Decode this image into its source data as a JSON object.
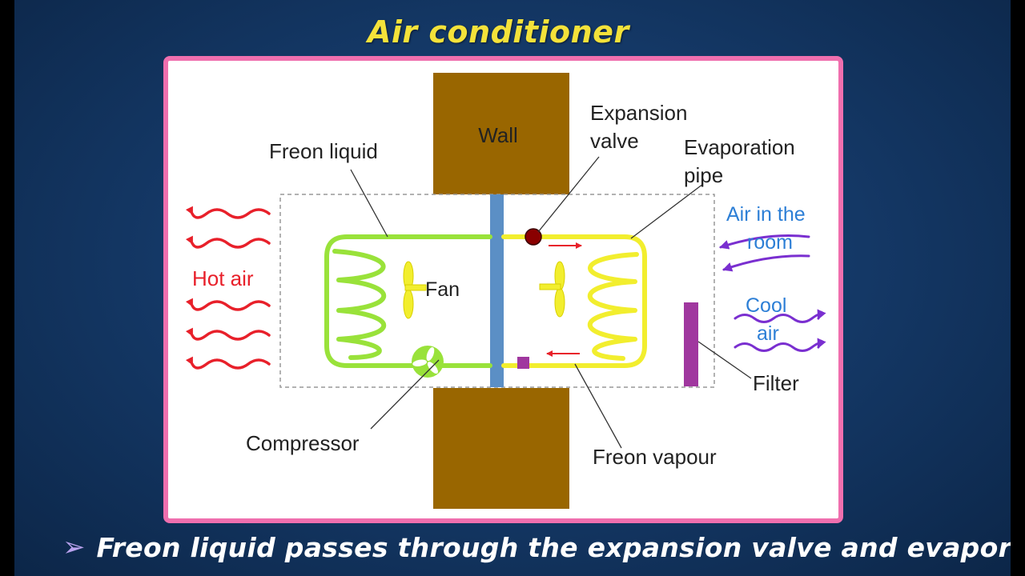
{
  "slide": {
    "title": "Air conditioner",
    "bullet": "Freon liquid passes through the expansion valve and evaporates",
    "bullet_icon": "arrowhead-bullet-icon"
  },
  "diagram": {
    "labels": {
      "wall": "Wall",
      "freon_liquid": "Freon liquid",
      "expansion_valve_1": "Expansion",
      "expansion_valve_2": "valve",
      "evaporation_pipe_1": "Evaporation",
      "evaporation_pipe_2": "pipe",
      "hot_air": "Hot air",
      "fan": "Fan",
      "air_in_room_1": "Air in the",
      "air_in_room_2": "room",
      "cool_air_1": "Cool",
      "cool_air_2": "air",
      "filter": "Filter",
      "compressor": "Compressor",
      "freon_vapour": "Freon vapour"
    },
    "colors": {
      "title": "#f4e23a",
      "frame_border": "#ef6fae",
      "wall": "#996600",
      "wall_pipe": "#5b8fc5",
      "liquid_coil": "#99e23a",
      "vapour_coil": "#f2ee2e",
      "hot_air": "#e8202a",
      "room_air": "#7a2fd0",
      "room_air_text": "#2d7fd6",
      "filter": "#a0379f",
      "valve": "#8a0000",
      "fan": "#f2ee2e"
    }
  }
}
